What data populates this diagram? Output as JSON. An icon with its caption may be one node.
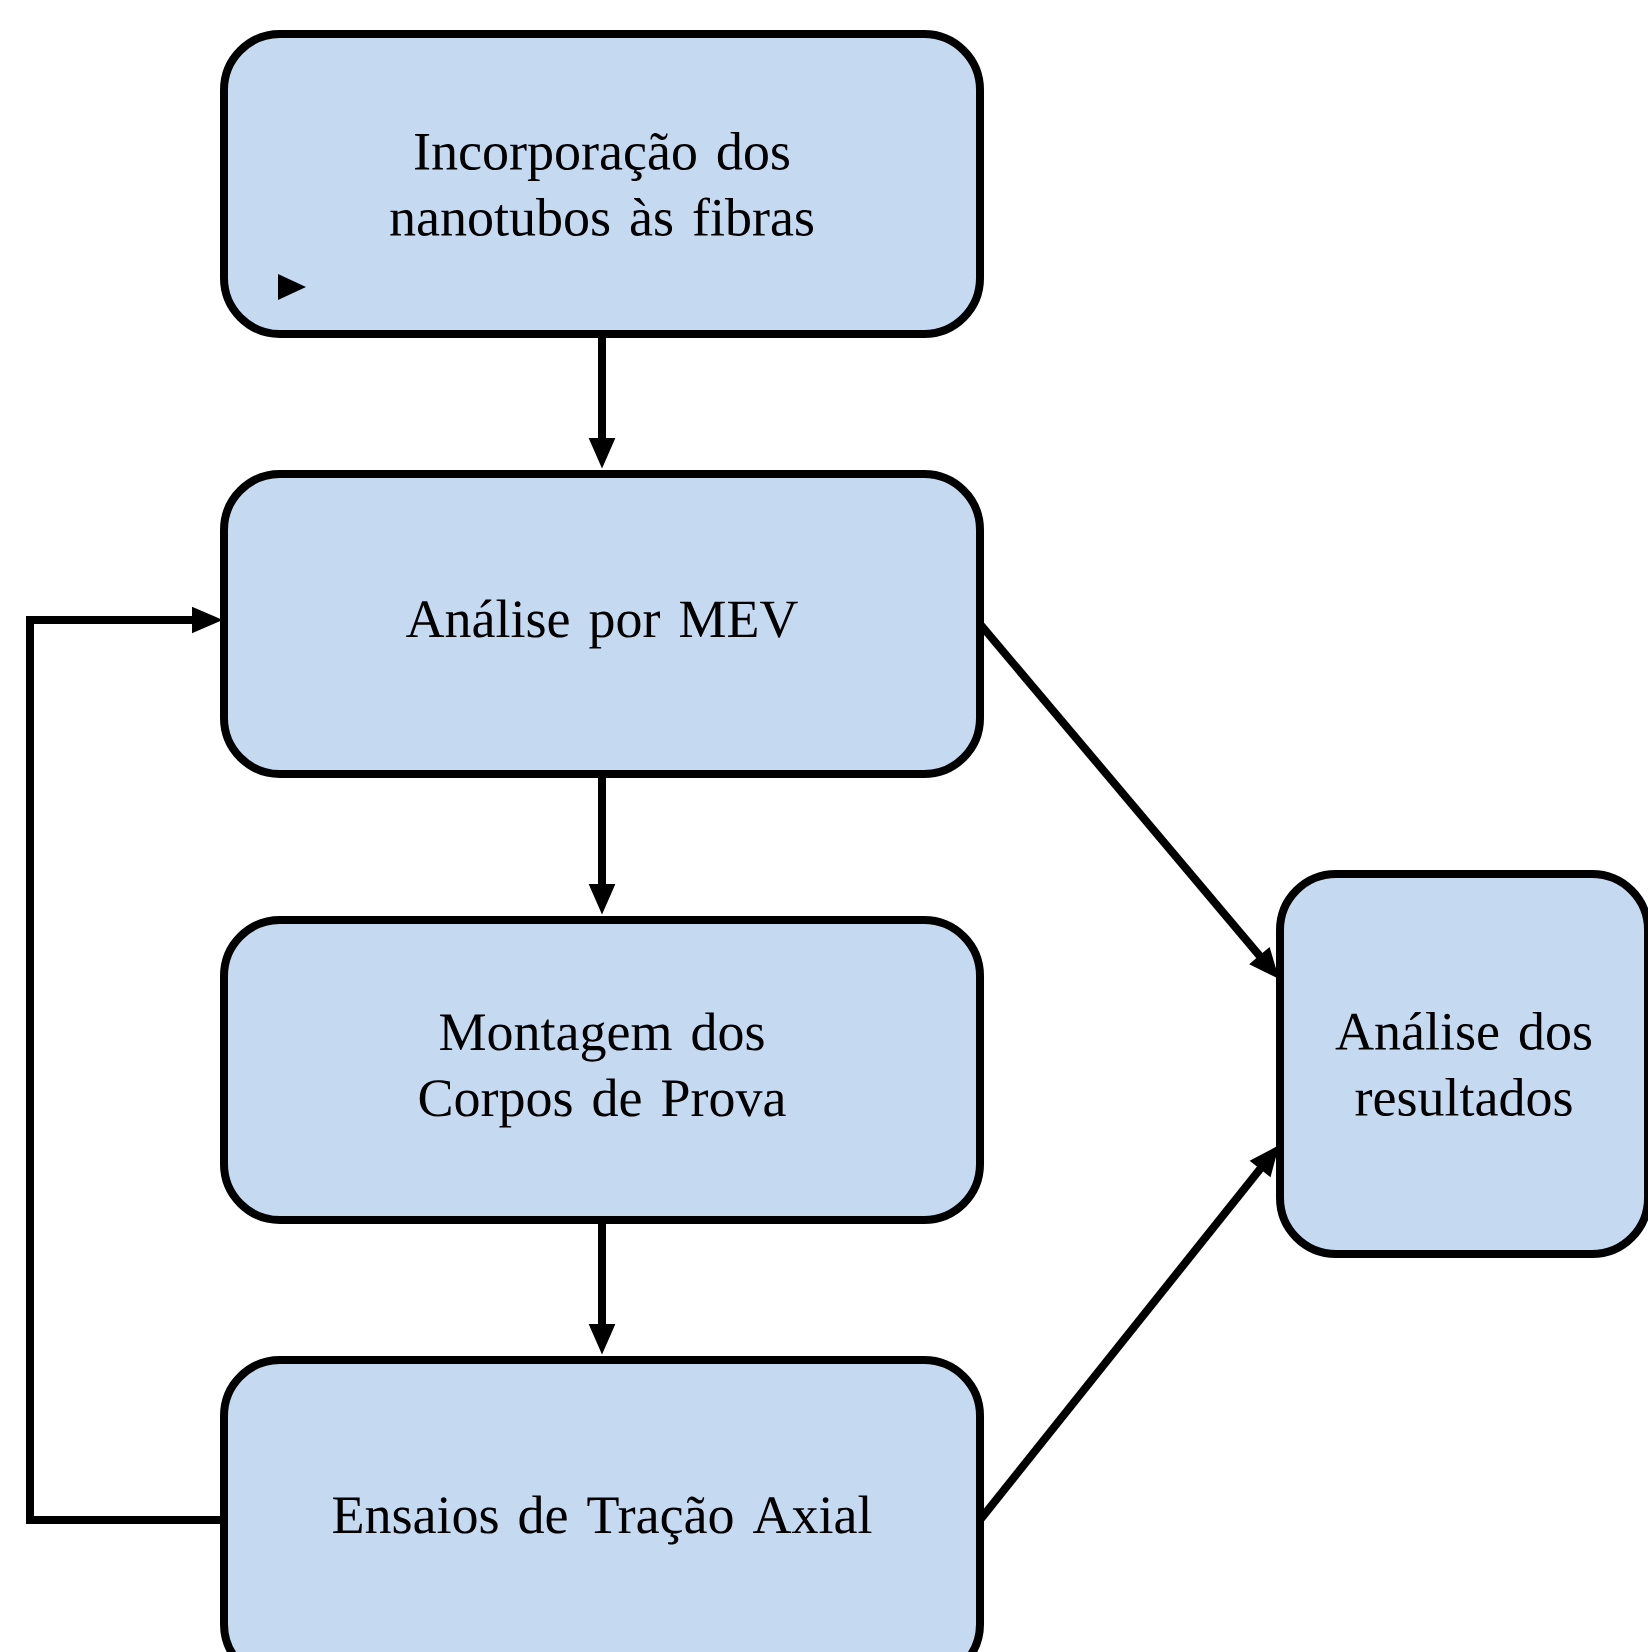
{
  "diagram": {
    "nodes": [
      {
        "text": [
          "Incorporação dos nanotubos às fibras"
        ]
      },
      {
        "text": [
          "Análise por MEV"
        ]
      },
      {
        "text": [
          "Montagem dos Corpos de Prova"
        ]
      },
      {
        "text": [
          "Ensaios de Tração Axial"
        ]
      },
      {
        "text": [
          "Análise dos resultados"
        ]
      }
    ],
    "edges": [
      {
        "from": 0,
        "to": 1,
        "arrow": "to"
      },
      {
        "from": 1,
        "to": 2,
        "arrow": "to"
      },
      {
        "from": 2,
        "to": 3,
        "arrow": "to"
      },
      {
        "from": 3,
        "to": 1,
        "arrow": "to"
      },
      {
        "from": 1,
        "to": 4,
        "arrow": "to"
      },
      {
        "from": 3,
        "to": 4,
        "arrow": "to"
      }
    ]
  }
}
